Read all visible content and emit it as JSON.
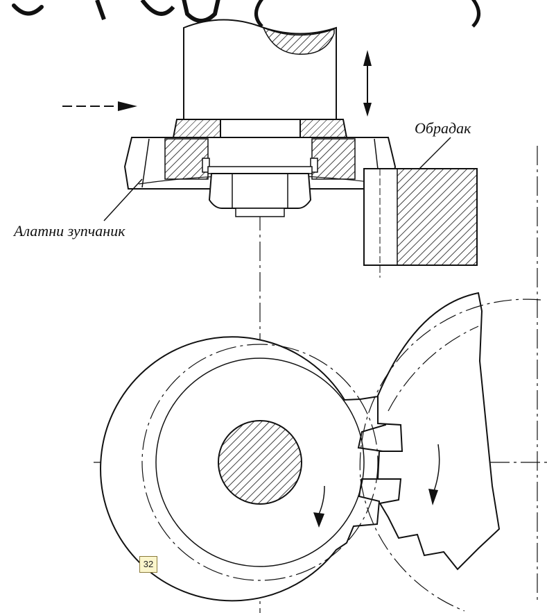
{
  "labels": {
    "workpiece": "Обрадак",
    "tool_gear": "Алатни зупчаник"
  },
  "page_badge": "32",
  "colors": {
    "ink": "#111111",
    "badge_background": "#fbf6cc",
    "badge_border": "#8a7a3a"
  }
}
